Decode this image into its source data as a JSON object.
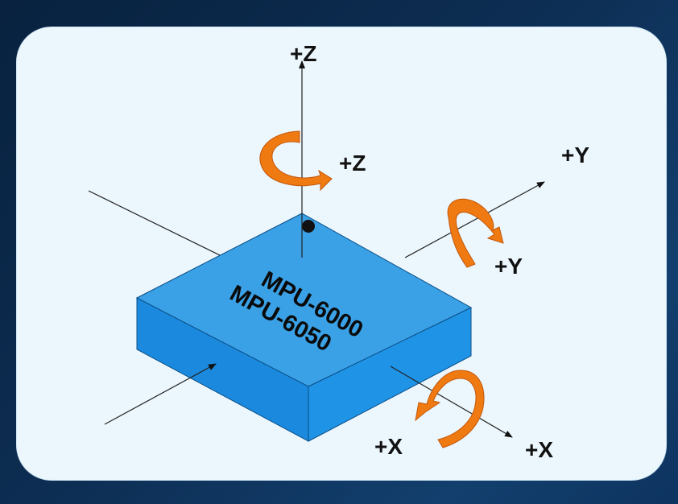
{
  "diagram": {
    "chip": {
      "line1": "MPU-6000",
      "line2": "MPU-6050",
      "top_color": "#3aa1e6",
      "side_color": "#1f8de0"
    },
    "axes": {
      "z_axis_label": "+Z",
      "z_rotation_label": "+Z",
      "y_axis_label": "+Y",
      "y_rotation_label": "+Y",
      "x_axis_label": "+X",
      "x_rotation_label": "+X"
    },
    "colors": {
      "panel": "#ecf7fd",
      "rotation_arrow": "#f07a12",
      "background": "#0d2d52"
    }
  }
}
